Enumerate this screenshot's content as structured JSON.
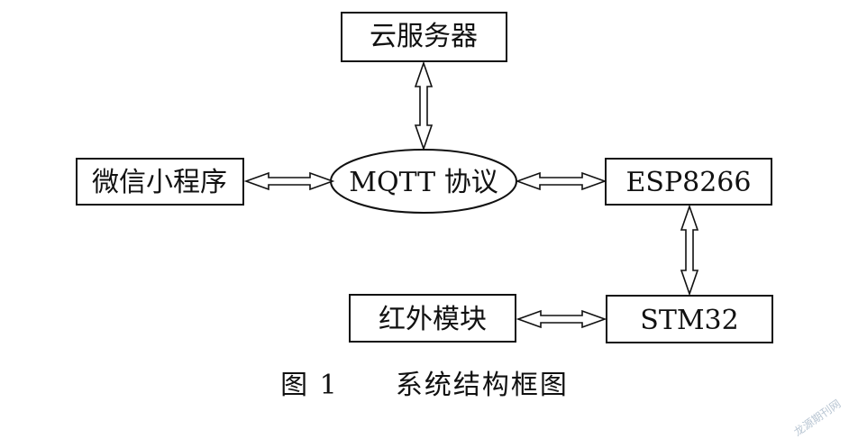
{
  "nodes": {
    "cloud_server": "云服务器",
    "wechat_miniprogram": "微信小程序",
    "mqtt": "MQTT 协议",
    "esp8266": "ESP8266",
    "infrared_module": "红外模块",
    "stm32": "STM32"
  },
  "caption": {
    "figure_number": "图 1",
    "title": "系统结构框图"
  },
  "watermark": "龙源期刊网"
}
